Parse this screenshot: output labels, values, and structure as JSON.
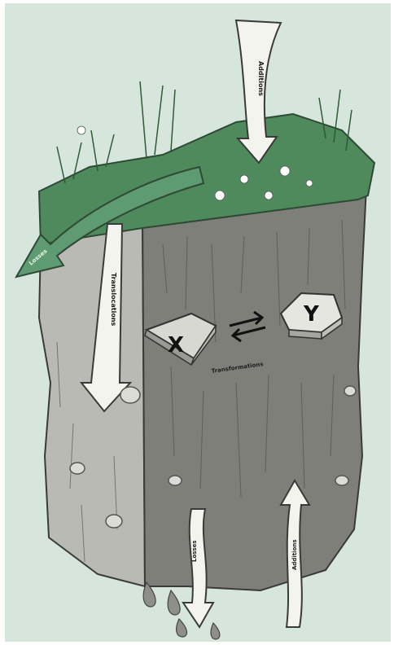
{
  "diagram": {
    "labels": {
      "additions_top": "Additions",
      "losses_left": "Losses",
      "translocations": "Translocations",
      "transformations": "Transformations",
      "losses_bottom": "Losses",
      "additions_bottom": "Additions"
    },
    "blocks": {
      "x": "X",
      "y": "Y"
    },
    "colors": {
      "background": "#d6e6dd",
      "grass": "#4e8a5c",
      "soil_light": "#b9bab3",
      "soil_dark": "#7e7f79",
      "arrow_fill": "#f4f4ef",
      "arrow_green": "#5e9a72"
    }
  }
}
